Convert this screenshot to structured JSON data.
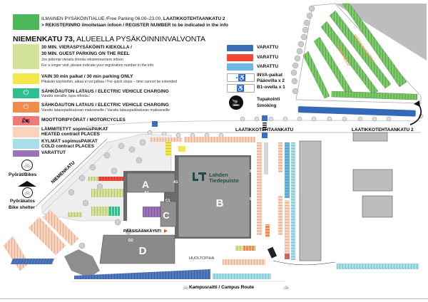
{
  "legend": {
    "free_parking": {
      "line1": "ILMAINEN PYSÄKÖINTIALUE /Free Parking 06.00–23.00,",
      "line1_bold": "LAATIKKOTEHTAANKATU 2",
      "line2": "> REKISTERINRO ilmoitetaan infoon / REGISTER NUMBER to be indicated in the info",
      "color": "#4cb85a"
    },
    "section_title_bold": "NIEMENKATU 73,",
    "section_title": "ALUEELLA PYSÄKÖINNINVALVONTA",
    "guest": {
      "line1": "30 MIN. VIERASPYSÄKÖINTI KIEKOLLA /",
      "line2": "30 MIN. GUEST PARKING ON THE REEL",
      "note1": "Jos pidempi vierailu ilmoita rekisterinumero infoon",
      "note2": "For a longer visit, please indicate your registration number in the info",
      "color": "#d4e39a"
    },
    "short": {
      "line1": "VAIN 30 min paikat / 30 min parking ONLY",
      "note": "Pikaisiin käynteihin, aikaa ei voi jatkaa / For quick stops – time cannot be extended",
      "color": "#f2e84a"
    },
    "ev_guest": {
      "line1": "SÄHKÖAUTON LATAUS / ELECTRIC VEHICLE CHARGING",
      "note": "Varattu vieraille, lupa infosta /",
      "color": "#2fbf8f"
    },
    "ev_contract": {
      "line1": "SÄHKÖAUTON LATAUS / ELECTRIC VEHICLE CHARGING",
      "note": "Varattu latauspaikkaluvan maksaneille / Varattu latauspaikkaluvan maksaneille",
      "color": "#f28a4a"
    },
    "moto": {
      "line1": "MOOTTORIPYÖRÄT / MOTORCYCLES",
      "color": "#f07a7a"
    },
    "heated": {
      "line1": "LÄMMITETYT sopimusPAIKAT",
      "line2": "HEATED contract PLACES",
      "color": "#fbd3bd"
    },
    "cold": {
      "line1": "KYLMÄT sopimusPAIKAT",
      "line2": "COLD contract PLACES",
      "color": "#a8dfe6"
    },
    "reserved_purple": {
      "line1": "VARATTUT",
      "color": "#9a72b8"
    },
    "reserved_dark_blue": {
      "label": "VARATTU",
      "color": "#3f6db5"
    },
    "reserved_red": {
      "label": "VARATTU",
      "color": "#ee4a36"
    },
    "reserved_light_blue": {
      "label": "VARATTU",
      "color": "#6bb8e6"
    },
    "inva": {
      "line1": "INVA-paikat",
      "line2": "Pääovilla x 2"
    },
    "inva_b1": {
      "line1": "B1-ovella x 1"
    },
    "smoking": {
      "line1": "Tupakointi",
      "line2": "Smoking"
    },
    "bikes": {
      "label": "Pyörät/Bikes"
    },
    "bike_shelter": {
      "line1": "Pyöräkatos",
      "line2": "Bike shelter"
    }
  },
  "map": {
    "street_top": "LAATIKKOTEHTAANKATU",
    "street_right": "LAATIKKOTEHTAANKATU 2",
    "street_left": "NIEMENKATU",
    "sand_field_fi": "HIEKKAKENTTÄ",
    "sand_field_en": "SAND FIELD",
    "buildings": [
      "A",
      "B",
      "C",
      "D"
    ],
    "doors": [
      "A1",
      "A2",
      "B1",
      "B2",
      "B3",
      "B4",
      "B5",
      "C1",
      "C2",
      "D1",
      "D2",
      "D3"
    ],
    "main_entrance": "PÄÄSISÄÄNKÄYNTI",
    "service_yard": "HUOLTOPIHA",
    "logo_line1": "Lahden",
    "logo_line2": "Tiedepuisto",
    "campus_route": "Kampusraitti / Campus Route"
  }
}
